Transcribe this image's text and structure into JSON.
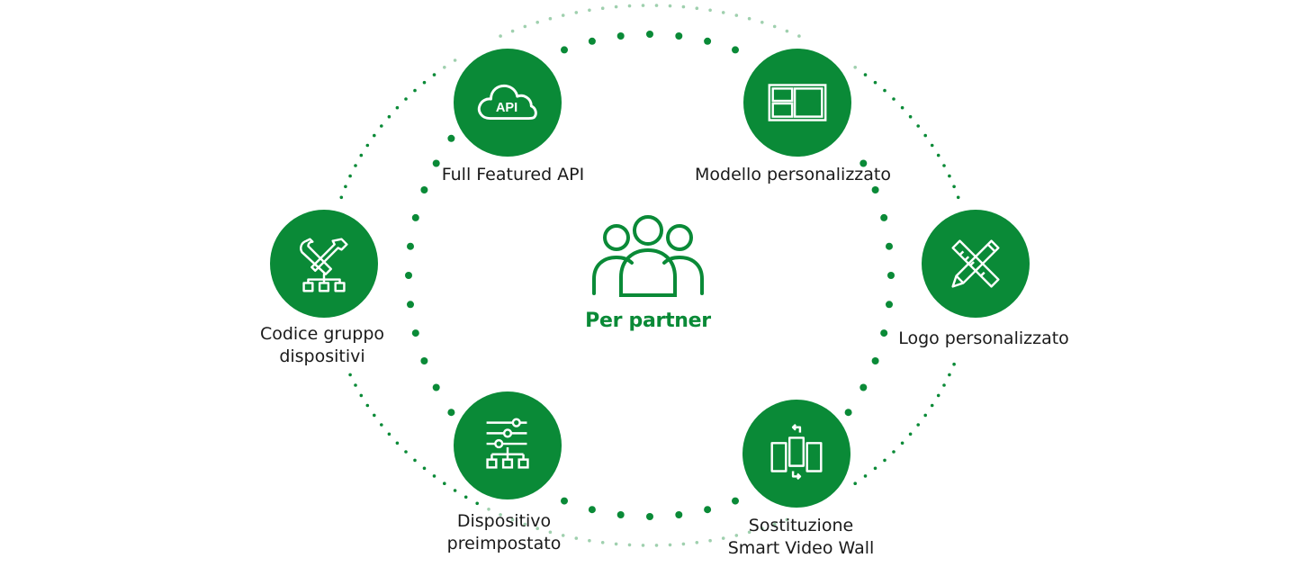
{
  "colors": {
    "accent": "#0a8a37",
    "text": "#1a1a1a",
    "dot_light": "#9fd0ae"
  },
  "center": {
    "title": "Per partner",
    "icon": "users-group-icon"
  },
  "features": [
    {
      "id": "api",
      "icon": "cloud-api-icon",
      "icon_text": "API",
      "lines": [
        "Full Featured API"
      ]
    },
    {
      "id": "template",
      "icon": "layout-template-icon",
      "lines": [
        "Modello personalizzato"
      ]
    },
    {
      "id": "logo",
      "icon": "ruler-pencil-icon",
      "lines": [
        "Logo personalizzato"
      ]
    },
    {
      "id": "videowall",
      "icon": "video-wall-swap-icon",
      "lines": [
        "Sostituzione",
        "Smart Video Wall"
      ]
    },
    {
      "id": "preset",
      "icon": "sliders-hierarchy-icon",
      "lines": [
        "Dispositivo",
        "preimpostato"
      ]
    },
    {
      "id": "groupcode",
      "icon": "tools-hierarchy-icon",
      "lines": [
        "Codice gruppo",
        "dispositivi"
      ]
    }
  ]
}
